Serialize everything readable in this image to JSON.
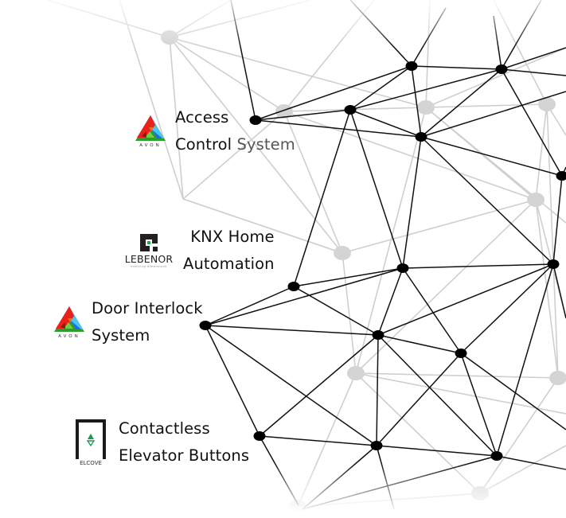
{
  "colors": {
    "active_node": "#000000",
    "active_edge": "#111111",
    "faint_node": "#d4d4d4",
    "faint_edge": "#cfcfcf",
    "label_text": "#111111",
    "label_muted": "#555555",
    "avon_red": "#e8221b",
    "avon_green": "#2e9e2a",
    "avon_blue": "#1c6fe0",
    "avon_cyan": "#4cc3f5",
    "lebenor_green": "#27a94a",
    "elcove_green": "#1c9a52"
  },
  "items": [
    {
      "brand": "AVON",
      "logo_icon": "avon-triangle-logo",
      "line1": "Access",
      "line2_main": "Control",
      "line2_muted": "System"
    },
    {
      "brand": "LEBENOR",
      "brand_tagline": "evolving dimensions",
      "logo_icon": "lebenor-square-logo",
      "line1": "KNX Home",
      "line2_main": "Automation",
      "line2_muted": ""
    },
    {
      "brand": "AVON",
      "logo_icon": "avon-triangle-logo",
      "line1": "Door Interlock",
      "line2_main": "System",
      "line2_muted": ""
    },
    {
      "brand": "ELCOVE",
      "logo_icon": "elcove-door-logo",
      "line1": "Contactless",
      "line2_main": "Elevator Buttons",
      "line2_muted": ""
    }
  ]
}
